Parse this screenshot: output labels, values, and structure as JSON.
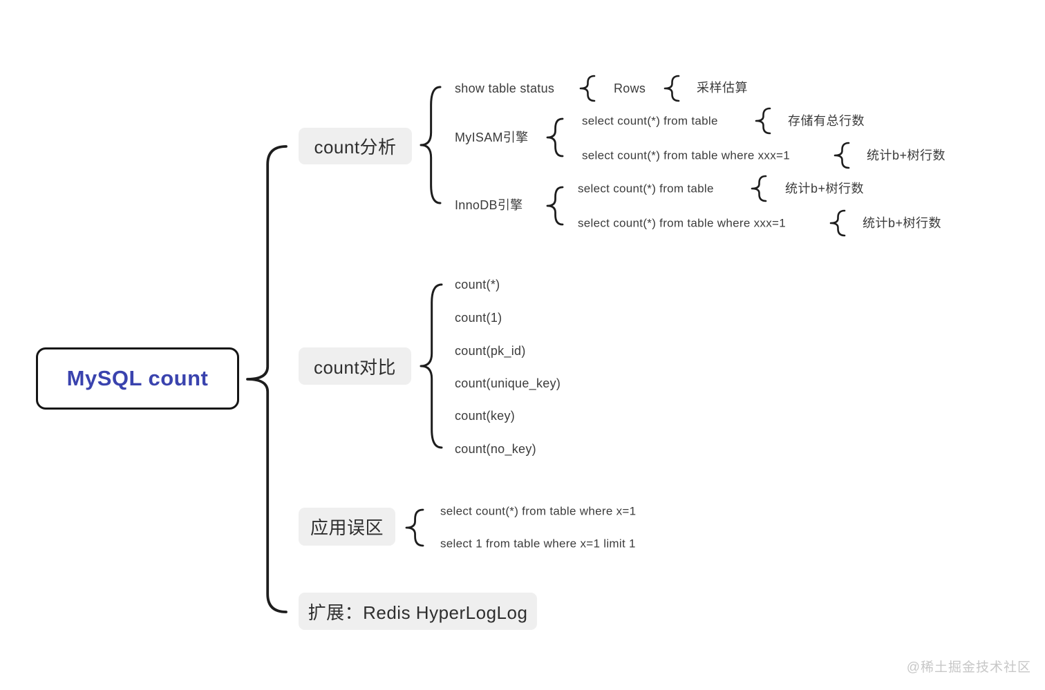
{
  "root": {
    "label": "MySQL count",
    "text_color": "#3a43ae",
    "border_color": "#151515"
  },
  "branches": [
    {
      "label": "count分析",
      "children": [
        {
          "label": "show table status",
          "children": [
            {
              "label": "Rows",
              "children": [
                {
                  "label": "采样估算"
                }
              ]
            }
          ]
        },
        {
          "label": "MyISAM引擎",
          "children": [
            {
              "label": "select count(*) from table",
              "children": [
                {
                  "label": "存储有总行数"
                }
              ]
            },
            {
              "label": "select count(*) from table where xxx=1",
              "children": [
                {
                  "label": "统计b+树行数"
                }
              ]
            }
          ]
        },
        {
          "label": "InnoDB引擎",
          "children": [
            {
              "label": "select count(*) from table",
              "children": [
                {
                  "label": "统计b+树行数"
                }
              ]
            },
            {
              "label": "select count(*) from table where xxx=1",
              "children": [
                {
                  "label": "统计b+树行数"
                }
              ]
            }
          ]
        }
      ]
    },
    {
      "label": "count对比",
      "children": [
        {
          "label": "count(*)"
        },
        {
          "label": "count(1)"
        },
        {
          "label": "count(pk_id)"
        },
        {
          "label": "count(unique_key)"
        },
        {
          "label": "count(key)"
        },
        {
          "label": "count(no_key)"
        }
      ]
    },
    {
      "label": "应用误区",
      "children": [
        {
          "label": "select count(*) from table where x=1"
        },
        {
          "label": "select 1 from table where x=1 limit 1"
        }
      ]
    },
    {
      "label": "扩展：Redis HyperLogLog"
    }
  ],
  "colors": {
    "node_background": "#efefef",
    "line": "#1d1d1d",
    "leaf_text": "#3b3b3b",
    "watermark": "#c7c7c7"
  },
  "watermark": {
    "text": "@稀土掘金技术社区"
  }
}
